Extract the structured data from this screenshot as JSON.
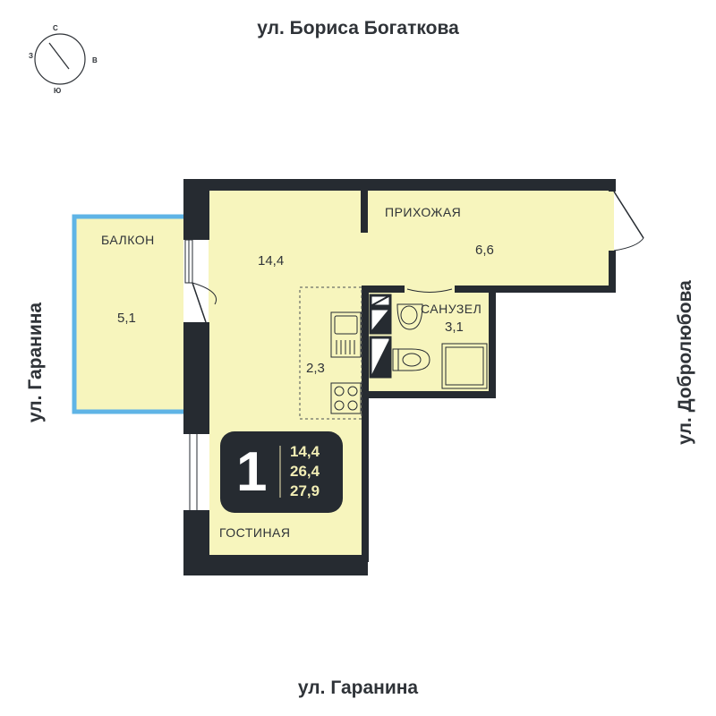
{
  "streets": {
    "top": "ул. Бориса Богаткова",
    "bottom": "ул. Гаранина",
    "left": "ул. Гаранина",
    "right": "ул. Добролюбова"
  },
  "compass": {
    "north": "С",
    "east": "В",
    "south": "Ю",
    "west": "З"
  },
  "rooms": {
    "balcony": {
      "label": "БАЛКОН",
      "area": "5,1"
    },
    "main_area": "14,4",
    "hallway": {
      "label": "ПРИХОЖАЯ",
      "area": "6,6"
    },
    "bathroom": {
      "label": "САНУЗЕЛ",
      "area": "3,1"
    },
    "kitchen_area": "2,3",
    "living": {
      "label": "ГОСТИНАЯ"
    }
  },
  "badge": {
    "rooms_count": "1",
    "areas": [
      "14,4",
      "26,4",
      "27,9"
    ]
  },
  "colors": {
    "floor": "#f7f5bd",
    "wall": "#262b31",
    "balcony_frame": "#5fb4e6",
    "badge_bg": "#262b31",
    "badge_text": "#f1edb5"
  }
}
